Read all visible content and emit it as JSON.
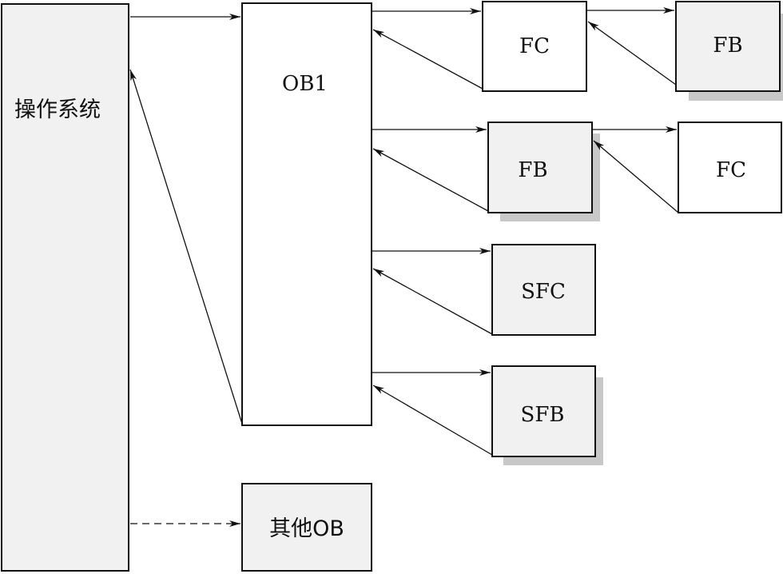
{
  "blocks": {
    "os": {
      "label": "操作系统"
    },
    "ob1": {
      "label": "OB1"
    },
    "other_ob": {
      "label": "其他OB"
    },
    "fc_top": {
      "label": "FC"
    },
    "fb_top_right": {
      "label": "FB"
    },
    "fb_mid": {
      "label": "FB"
    },
    "fc_mid_right": {
      "label": "FC"
    },
    "sfc": {
      "label": "SFC"
    },
    "sfb": {
      "label": "SFB"
    }
  },
  "colors": {
    "stroke": "#111111",
    "fill_gray": "#f1f1f1",
    "fill_white": "#ffffff",
    "shadow": "#c8c8c8"
  }
}
